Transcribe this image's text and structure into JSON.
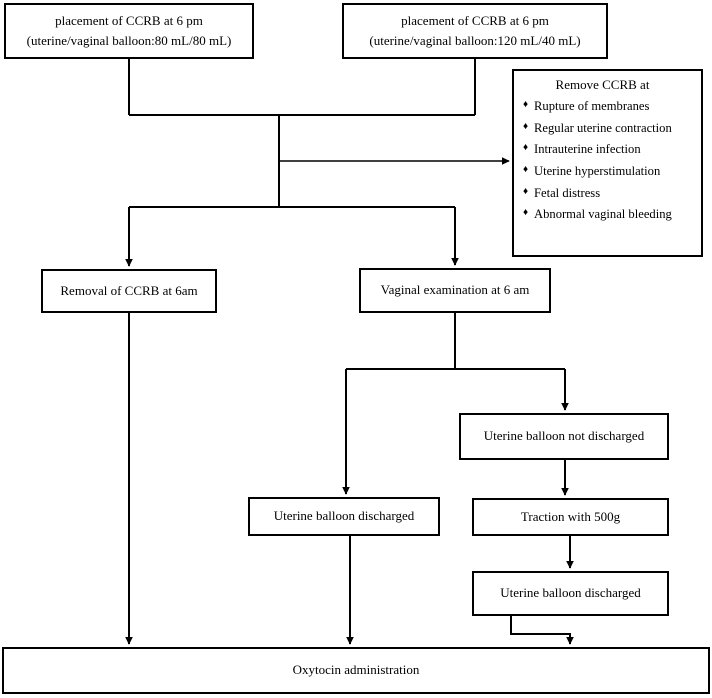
{
  "diagram": {
    "title": "CCRB induction of labor protocol flowchart",
    "bullet_glyph": "♦",
    "stroke_color": "#000000",
    "box_fill": "#ffffff"
  },
  "nodes": {
    "placement_left": {
      "line1": "placement of CCRB at 6 pm",
      "line2": "(uterine/vaginal balloon:80 mL/80 mL)"
    },
    "placement_right": {
      "line1": "placement of CCRB at 6 pm",
      "line2": "(uterine/vaginal balloon:120 mL/40 mL)"
    },
    "remove_ccrb": {
      "title": "Remove CCRB at",
      "items": [
        "Rupture of membranes",
        "Regular uterine contraction",
        "Intrauterine infection",
        "Uterine hyperstimulation",
        "Fetal distress",
        "Abnormal vaginal bleeding"
      ]
    },
    "removal_6am": {
      "label": "Removal of CCRB at 6am"
    },
    "vaginal_exam": {
      "label": "Vaginal examination at 6 am"
    },
    "balloon_not_discharged": {
      "label": "Uterine balloon not discharged"
    },
    "balloon_discharged_left": {
      "label": "Uterine balloon discharged"
    },
    "traction": {
      "label": "Traction with 500g"
    },
    "balloon_discharged_right": {
      "label": "Uterine balloon discharged"
    },
    "oxytocin": {
      "label": "Oxytocin administration"
    }
  }
}
